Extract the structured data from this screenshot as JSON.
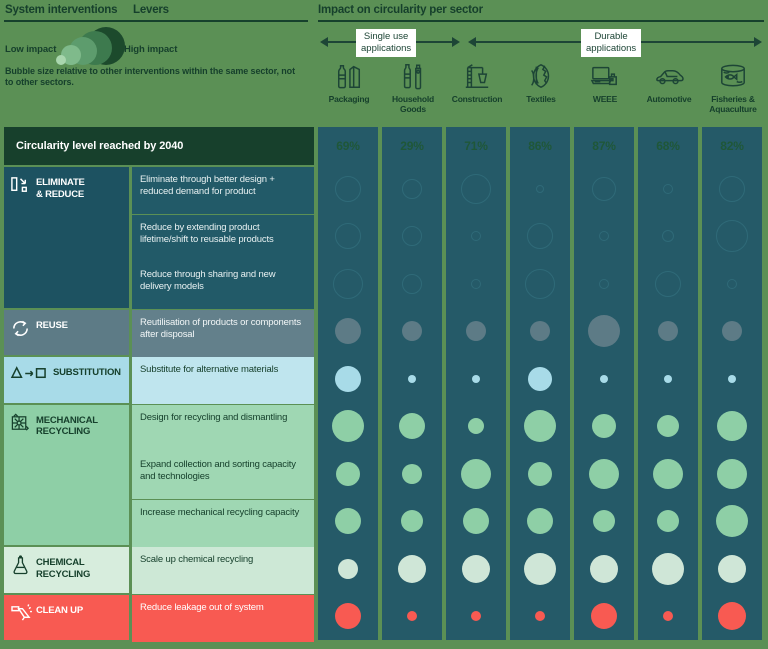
{
  "headers": {
    "system_interventions": "System interventions",
    "levers": "Levers",
    "impact": "Impact on circularity per sector"
  },
  "legend": {
    "low_impact": "Low impact",
    "high_impact": "High impact",
    "note": "Bubble size relative to other interventions within the same sector, not to other sectors.",
    "bubble_colors": [
      "#a9d6ae",
      "#7fba8b",
      "#5d9c6d",
      "#3d7a4e",
      "#1c4a2c"
    ]
  },
  "axes": [
    {
      "label": "Single use\napplications",
      "label_line1": "Single use",
      "label_line2": "applications"
    },
    {
      "label": "Durable\napplications",
      "label_line1": "Durable",
      "label_line2": "applications"
    }
  ],
  "circularity_header": "Circularity level reached by 2040",
  "sectors": [
    {
      "name": "Packaging",
      "name_line2": "",
      "icon": "packaging-icon",
      "circularity": "69%"
    },
    {
      "name": "Household",
      "name_line2": "Goods",
      "icon": "household-goods-icon",
      "circularity": "29%"
    },
    {
      "name": "Construction",
      "name_line2": "",
      "icon": "construction-icon",
      "circularity": "71%"
    },
    {
      "name": "Textiles",
      "name_line2": "",
      "icon": "textiles-icon",
      "circularity": "86%"
    },
    {
      "name": "WEEE",
      "name_line2": "",
      "icon": "weee-icon",
      "circularity": "87%"
    },
    {
      "name": "Automotive",
      "name_line2": "",
      "icon": "automotive-icon",
      "circularity": "68%"
    },
    {
      "name": "Fisheries &",
      "name_line2": "Aquaculture",
      "icon": "fisheries-aquaculture-icon",
      "circularity": "82%"
    }
  ],
  "categories": [
    {
      "id": "eliminate-reduce",
      "label_line1": "ELIMINATE",
      "label_line2": "& REDUCE",
      "icon": "eliminate-reduce-icon",
      "bg": "#1d5261",
      "fg": "#ffffff",
      "lever_bg": "#225a68",
      "lever_fg": "#e8f1f2",
      "rows": 3
    },
    {
      "id": "reuse",
      "label_line1": "REUSE",
      "label_line2": "",
      "icon": "reuse-icon",
      "bg": "#5d7b86",
      "fg": "#ffffff",
      "lever_bg": "#63808b",
      "lever_fg": "#f2f6f7",
      "rows": 1
    },
    {
      "id": "substitution",
      "label_line1": "SUBSTITUTION",
      "label_line2": "",
      "icon": "substitution-icon",
      "bg": "#a8dbe8",
      "fg": "#16402c",
      "lever_bg": "#bfe5ee",
      "lever_fg": "#16402c",
      "rows": 1
    },
    {
      "id": "mechanical-recycling",
      "label_line1": "MECHANICAL",
      "label_line2": "RECYCLING",
      "icon": "mechanical-recycling-icon",
      "bg": "#8ecfa6",
      "fg": "#16402c",
      "lever_bg": "#9fd7b3",
      "lever_fg": "#16402c",
      "rows": 3
    },
    {
      "id": "chemical-recycling",
      "label_line1": "CHEMICAL",
      "label_line2": "RECYCLING",
      "icon": "chemical-recycling-icon",
      "bg": "#d7eddd",
      "fg": "#16402c",
      "lever_bg": "#cde8d6",
      "lever_fg": "#16402c",
      "rows": 1
    },
    {
      "id": "clean-up",
      "label_line1": "CLEAN UP",
      "label_line2": "",
      "icon": "clean-up-icon",
      "bg": "#f85a52",
      "fg": "#ffffff",
      "lever_bg": "#f85a52",
      "lever_fg": "#ffffff",
      "rows": 1
    }
  ],
  "levers": [
    {
      "text": "Eliminate through better design + reduced demand for product",
      "category": "eliminate-reduce"
    },
    {
      "text": "Reduce by extending product lifetime/shift to reusable products",
      "category": "eliminate-reduce"
    },
    {
      "text": "Reduce through sharing and new delivery models",
      "category": "eliminate-reduce"
    },
    {
      "text": "Reutilisation of products or components after disposal",
      "category": "reuse"
    },
    {
      "text": "Substitute for alternative materials",
      "category": "substitution"
    },
    {
      "text": "Design for recycling and dismantling",
      "category": "mechanical-recycling"
    },
    {
      "text": "Expand collection and sorting capacity and technologies",
      "category": "mechanical-recycling"
    },
    {
      "text": "Increase mechanical recycling capacity",
      "category": "mechanical-recycling"
    },
    {
      "text": "Scale up chemical recycling",
      "category": "chemical-recycling"
    },
    {
      "text": "Reduce leakage out of system",
      "category": "clean-up"
    }
  ],
  "chart_data": {
    "type": "bubble",
    "title": "Impact on circularity per sector",
    "xlabel": "",
    "ylabel": "",
    "grid": false,
    "legend_position": "top-left",
    "bubble_size_note": "Bubble size relative to other interventions within the same sector, not to other sectors.",
    "categories": [
      "Packaging",
      "Household Goods",
      "Construction",
      "Textiles",
      "WEEE",
      "Automotive",
      "Fisheries & Aquaculture"
    ],
    "circularity_2040": [
      69,
      29,
      71,
      86,
      87,
      68,
      82
    ],
    "row_colors": {
      "eliminate-reduce": "#2e6472",
      "reuse": "#5d7b86",
      "substitution": "#a8dbe8",
      "mechanical-recycling": "#8ecfa6",
      "chemical-recycling": "#cfe6d7",
      "clean-up": "#f85a52"
    },
    "series": [
      {
        "name": "Eliminate through better design + reduced demand for product",
        "category": "eliminate-reduce",
        "values": [
          11,
          8,
          13,
          2,
          10,
          3,
          11
        ]
      },
      {
        "name": "Reduce by extending product lifetime/shift to reusable products",
        "category": "eliminate-reduce",
        "values": [
          11,
          8,
          3,
          11,
          3,
          4,
          14
        ]
      },
      {
        "name": "Reduce through sharing and new delivery models",
        "category": "eliminate-reduce",
        "values": [
          13,
          8,
          3,
          13,
          3,
          11,
          3
        ]
      },
      {
        "name": "Reutilisation of products or components after disposal",
        "category": "reuse",
        "values": [
          11,
          8,
          8,
          8,
          14,
          8,
          8
        ]
      },
      {
        "name": "Substitute for alternative materials",
        "category": "substitution",
        "values": [
          11,
          2,
          2,
          10,
          2,
          2,
          2
        ]
      },
      {
        "name": "Design for recycling and dismantling",
        "category": "mechanical-recycling",
        "values": [
          14,
          11,
          6,
          14,
          10,
          9,
          13
        ]
      },
      {
        "name": "Expand collection and sorting capacity and technologies",
        "category": "mechanical-recycling",
        "values": [
          10,
          8,
          13,
          10,
          13,
          13,
          13
        ]
      },
      {
        "name": "Increase mechanical recycling capacity",
        "category": "mechanical-recycling",
        "values": [
          11,
          9,
          11,
          11,
          9,
          9,
          14
        ]
      },
      {
        "name": "Scale up chemical recycling",
        "category": "chemical-recycling",
        "values": [
          8,
          12,
          12,
          14,
          12,
          14,
          12
        ]
      },
      {
        "name": "Reduce leakage out of system",
        "category": "clean-up",
        "values": [
          11,
          3,
          3,
          3,
          11,
          3,
          12
        ]
      }
    ]
  }
}
